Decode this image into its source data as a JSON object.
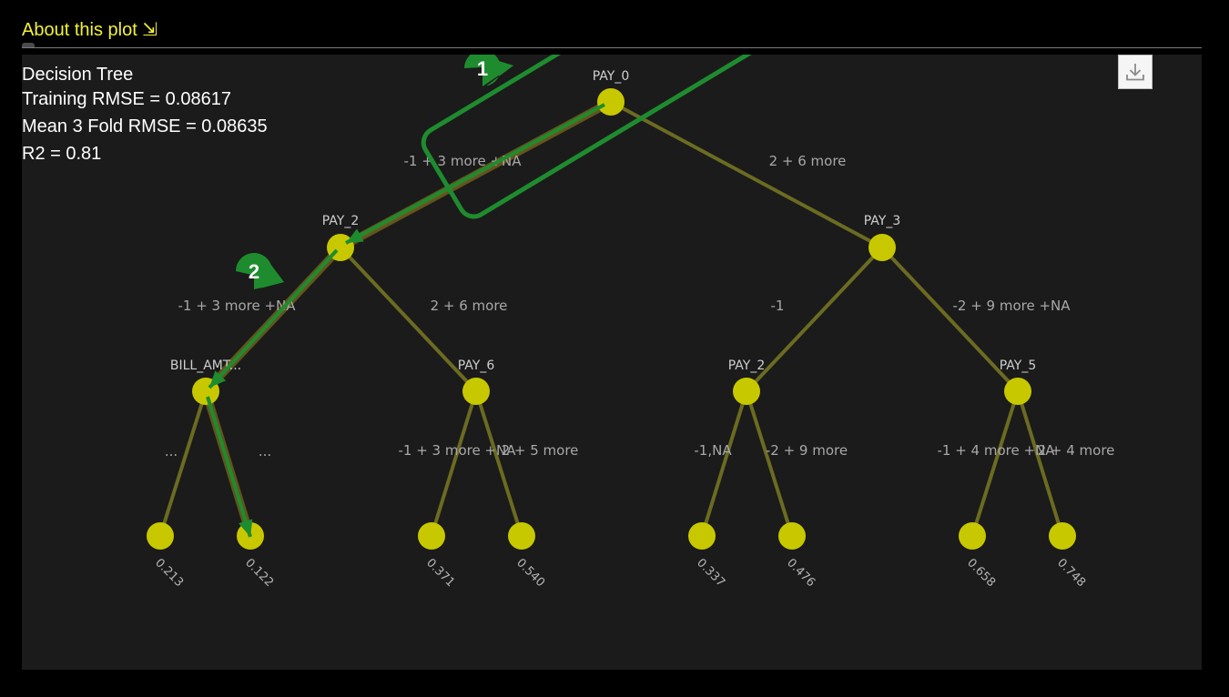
{
  "header": {
    "about_link": "About this plot ⇲"
  },
  "stats": {
    "title": "Decision Tree",
    "training_rmse": "Training RMSE = 0.08617",
    "cv_rmse": "Mean 3 Fold RMSE = 0.08635",
    "r2": "R2 = 0.81"
  },
  "toolbar": {
    "download_icon": "download-icon"
  },
  "colors": {
    "node": "#c8c800",
    "edge": "#6b6b22",
    "annotation": "#1e8c2e",
    "background": "#1b1b1b"
  },
  "tree": {
    "nodes": [
      {
        "id": "n0",
        "label": "PAY_0"
      },
      {
        "id": "n1",
        "label": "PAY_2"
      },
      {
        "id": "n2",
        "label": "PAY_3"
      },
      {
        "id": "n3",
        "label": "BILL_AMT..."
      },
      {
        "id": "n4",
        "label": "PAY_6"
      },
      {
        "id": "n5",
        "label": "PAY_2"
      },
      {
        "id": "n6",
        "label": "PAY_5"
      },
      {
        "id": "l0",
        "label": "0.213"
      },
      {
        "id": "l1",
        "label": "0.122"
      },
      {
        "id": "l2",
        "label": "0.371"
      },
      {
        "id": "l3",
        "label": "0.540"
      },
      {
        "id": "l4",
        "label": "0.337"
      },
      {
        "id": "l5",
        "label": "0.476"
      },
      {
        "id": "l6",
        "label": "0.658"
      },
      {
        "id": "l7",
        "label": "0.748"
      }
    ],
    "edges": [
      {
        "from": "n0",
        "to": "n1",
        "label": "-1 + 3 more +NA"
      },
      {
        "from": "n0",
        "to": "n2",
        "label": "2 + 6 more"
      },
      {
        "from": "n1",
        "to": "n3",
        "label": "-1 + 3 more +NA"
      },
      {
        "from": "n1",
        "to": "n4",
        "label": "2 + 6 more"
      },
      {
        "from": "n2",
        "to": "n5",
        "label": "-1"
      },
      {
        "from": "n2",
        "to": "n6",
        "label": "-2 + 9 more +NA"
      },
      {
        "from": "n3",
        "to": "l0",
        "label": "..."
      },
      {
        "from": "n3",
        "to": "l1",
        "label": "..."
      },
      {
        "from": "n4",
        "to": "l2",
        "label": "-1 + 3 more +NA"
      },
      {
        "from": "n4",
        "to": "l3",
        "label": "2 + 5 more"
      },
      {
        "from": "n5",
        "to": "l4",
        "label": "-1,NA"
      },
      {
        "from": "n5",
        "to": "l5",
        "label": "-2 + 9 more"
      },
      {
        "from": "n6",
        "to": "l6",
        "label": "-1 + 4 more +NA"
      },
      {
        "from": "n6",
        "to": "l7",
        "label": "2 + 4 more"
      }
    ],
    "decision_path": [
      "n0",
      "n1",
      "n3",
      "l1"
    ]
  },
  "annotations": [
    {
      "label": "1"
    },
    {
      "label": "2"
    }
  ]
}
